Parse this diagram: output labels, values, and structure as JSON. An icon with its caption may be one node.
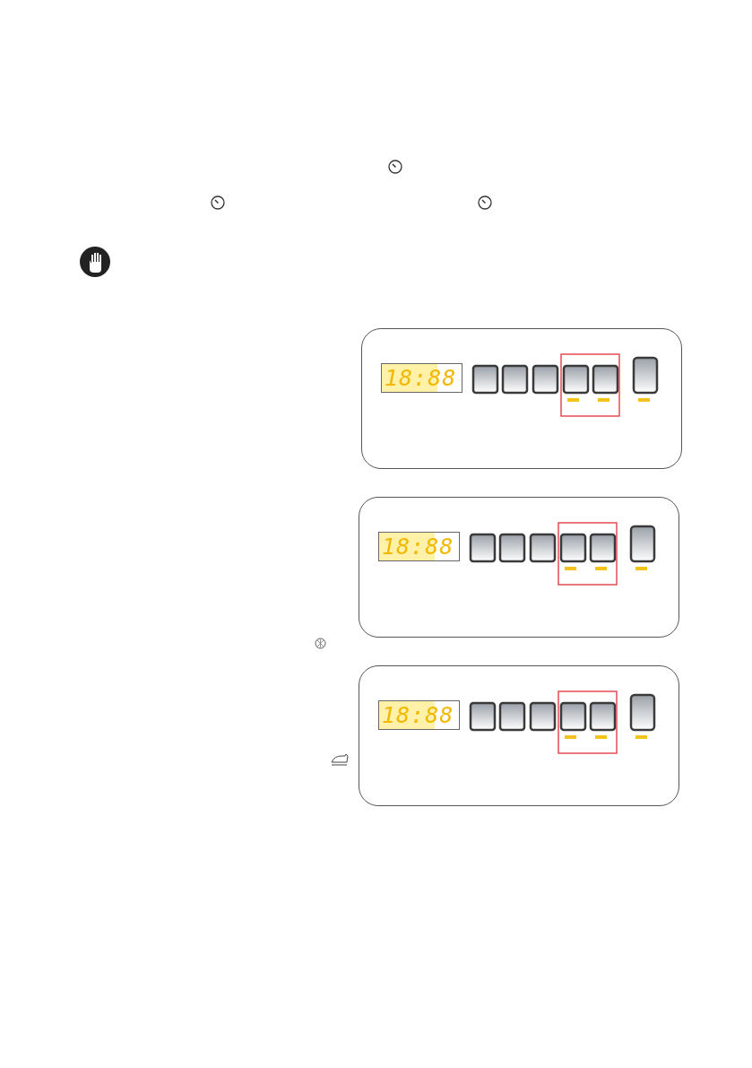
{
  "diagram": {
    "labels": [
      "18:88",
      "18:88",
      "18:88"
    ]
  }
}
